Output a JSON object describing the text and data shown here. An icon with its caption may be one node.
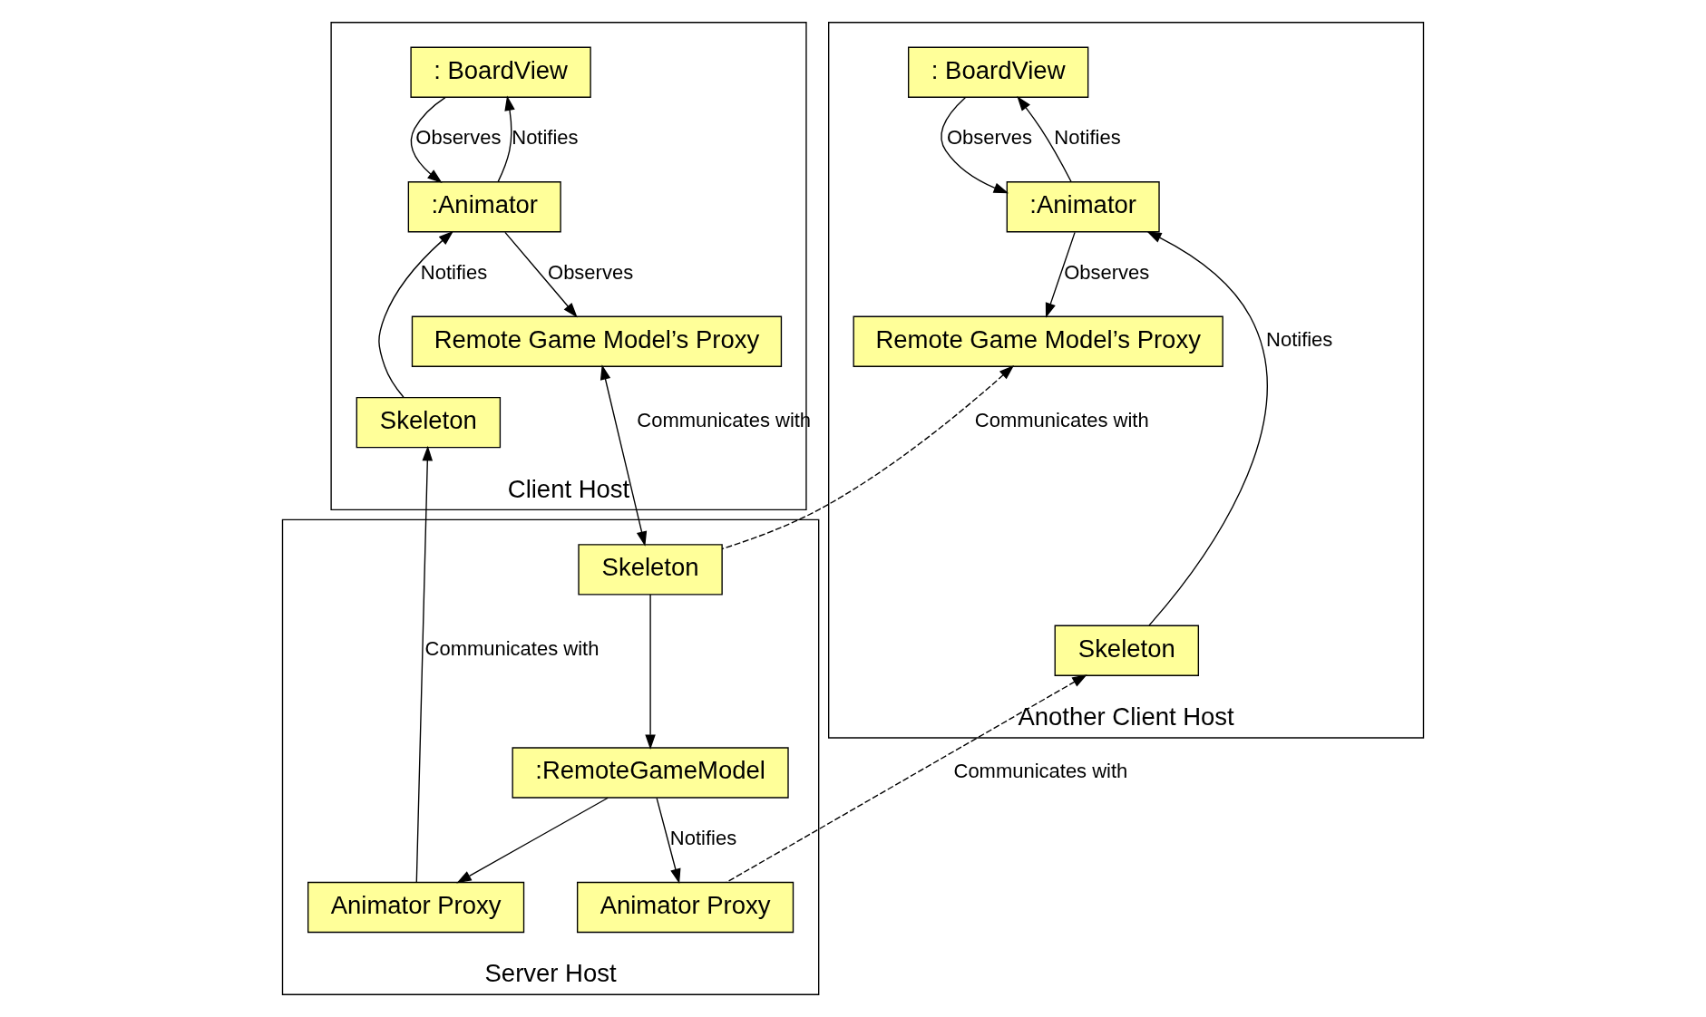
{
  "diagram": {
    "nodes": [
      {
        "text": [
          "Client Host"
        ]
      },
      {
        "text": [
          ": BoardView"
        ],
        "in": 0
      },
      {
        "text": [
          ":Animator"
        ],
        "in": 0
      },
      {
        "text": [
          "Skeleton"
        ],
        "in": 0
      },
      {
        "text": [
          "Remote Game Model’s Proxy"
        ],
        "in": 0
      },
      {
        "text": [
          "Another Client Host"
        ]
      },
      {
        "text": [
          ": BoardView"
        ],
        "in": 5
      },
      {
        "text": [
          ":Animator"
        ],
        "in": 5
      },
      {
        "text": [
          "Skeleton"
        ],
        "in": 5
      },
      {
        "text": [
          "Remote Game Model’s Proxy"
        ],
        "in": 5
      },
      {
        "text": [
          "Server Host"
        ]
      },
      {
        "text": [
          "Skeleton"
        ],
        "in": 10
      },
      {
        "text": [
          "Animator Proxy"
        ],
        "in": 10
      },
      {
        "text": [
          ":RemoteGameModel"
        ],
        "in": 10
      },
      {
        "text": [
          "Animator Proxy"
        ],
        "in": 10
      }
    ],
    "edges": [
      {
        "from": 1,
        "to": 2,
        "arrow": "to",
        "label": "Observes"
      },
      {
        "from": 2,
        "to": 1,
        "arrow": "to",
        "label": "Notifies"
      },
      {
        "from": 3,
        "to": 2,
        "arrow": "to",
        "label": "Notifies"
      },
      {
        "from": 2,
        "to": 4,
        "arrow": "to",
        "label": "Observes"
      },
      {
        "from": 6,
        "to": 7,
        "arrow": "to",
        "label": "Observes"
      },
      {
        "from": 7,
        "to": 6,
        "arrow": "to",
        "label": "Notifies"
      },
      {
        "from": 8,
        "to": 7,
        "arrow": "to",
        "label": "Notifies"
      },
      {
        "from": 7,
        "to": 9,
        "arrow": "to",
        "label": "Observes"
      },
      {
        "from": 4,
        "to": 11,
        "arrow": "both",
        "label": "Communicates with"
      },
      {
        "from": 12,
        "to": 3,
        "arrow": "to",
        "label": "Communicates with"
      },
      {
        "from": 11,
        "to": 9,
        "arrow": "to",
        "style": "dashed",
        "label": "Communicates with"
      },
      {
        "from": 14,
        "to": 8,
        "arrow": "to",
        "style": "dashed",
        "label": "Communicates with"
      },
      {
        "from": 11,
        "to": 13,
        "arrow": "to"
      },
      {
        "from": 13,
        "to": 12,
        "arrow": "to"
      },
      {
        "from": 13,
        "to": 14,
        "arrow": "to",
        "label": "Notifies"
      }
    ]
  }
}
